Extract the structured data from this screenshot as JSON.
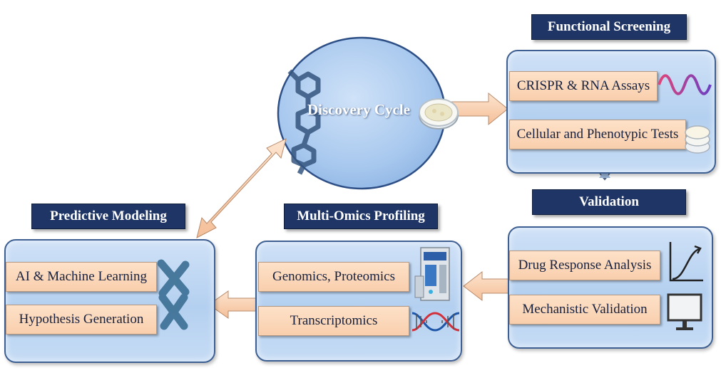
{
  "cycle": {
    "label": "Discovery Cycle"
  },
  "functional_screening": {
    "title": "Functional Screening",
    "items": [
      "CRISPR & RNA Assays",
      "Cellular and Phenotypic Tests"
    ]
  },
  "validation": {
    "title": "Validation",
    "items": [
      "Drug Response Analysis",
      "Mechanistic Validation"
    ]
  },
  "multi_omics": {
    "title": "Multi-Omics Profiling",
    "items": [
      "Genomics, Proteomics",
      "Transcriptomics"
    ]
  },
  "predictive_modeling": {
    "title": "Predictive Modeling",
    "items": [
      "AI & Machine Learning",
      "Hypothesis Generation"
    ]
  },
  "colors": {
    "title_bar": "#1f3566",
    "panel": "#b4d0f0",
    "item": "#f9cfad",
    "arrow": "#f7c7a3",
    "circle": "#a8c8ee"
  },
  "icons": [
    "molecule-icon",
    "petri-dish-icon",
    "rna-wave-icon",
    "culture-plates-icon",
    "diamond-connector-icon",
    "rising-curve-icon",
    "monitor-icon",
    "sequencer-machine-icon",
    "dna-helix-icon",
    "chromosome-icon"
  ]
}
